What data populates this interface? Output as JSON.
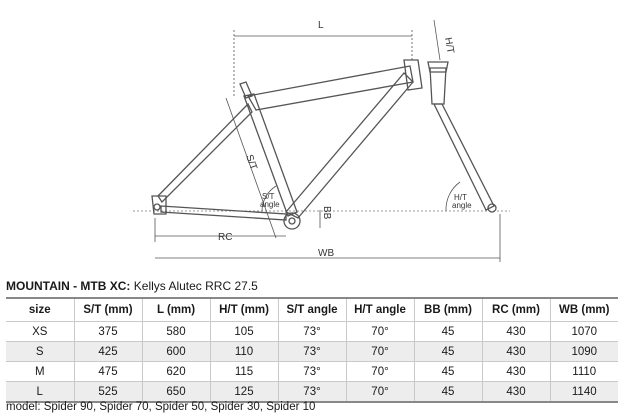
{
  "diagram": {
    "labels": {
      "l": "L",
      "ht": "H/T",
      "st": "S/T",
      "st_angle_1": "S/T",
      "st_angle_2": "angle",
      "ht_angle_1": "H/T",
      "ht_angle_2": "angle",
      "bb": "BB",
      "rc": "RC",
      "wb": "WB"
    }
  },
  "heading": {
    "category": "MOUNTAIN - MTB XC:",
    "model": " Kellys Alutec RRC 27.5"
  },
  "table": {
    "columns": [
      "size",
      "S/T (mm)",
      "L (mm)",
      "H/T (mm)",
      "S/T angle",
      "H/T angle",
      "BB (mm)",
      "RC (mm)",
      "WB (mm)"
    ],
    "rows": [
      [
        "XS",
        "375",
        "580",
        "105",
        "73°",
        "70°",
        "45",
        "430",
        "1070"
      ],
      [
        "S",
        "425",
        "600",
        "110",
        "73°",
        "70°",
        "45",
        "430",
        "1090"
      ],
      [
        "M",
        "475",
        "620",
        "115",
        "73°",
        "70°",
        "45",
        "430",
        "1110"
      ],
      [
        "L",
        "525",
        "650",
        "125",
        "73°",
        "70°",
        "45",
        "430",
        "1140"
      ]
    ]
  },
  "models": "model: Spider 90, Spider 70, Spider 50, Spider 30, Spider 10"
}
